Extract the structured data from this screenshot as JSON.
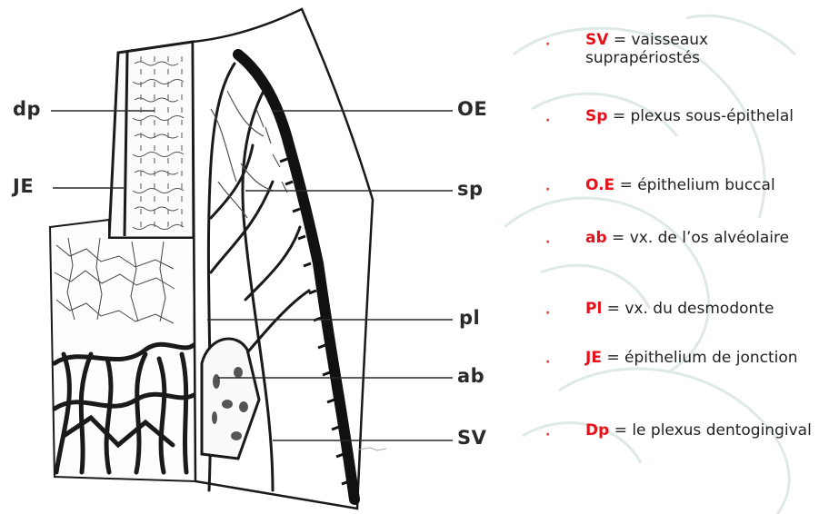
{
  "diagram": {
    "labels_left": [
      "dp",
      "JE"
    ],
    "labels_right": [
      "OE",
      "sp",
      "pl",
      "ab",
      "SV"
    ]
  },
  "legend": [
    {
      "abbr": "SV",
      "desc": "= vaisseaux suprapériostés"
    },
    {
      "abbr": "Sp",
      "desc": "= plexus sous-épithelal"
    },
    {
      "abbr": "O.E",
      "desc": "= épithelium buccal"
    },
    {
      "abbr": "ab",
      "desc": "= vx. de l’os alvéolaire"
    },
    {
      "abbr": "Pl",
      "desc": "= vx. du desmodonte"
    },
    {
      "abbr": "JE",
      "desc": "= épithelium de jonction"
    },
    {
      "abbr": "Dp",
      "desc": "= le plexus dentogingival"
    }
  ],
  "colors": {
    "abbr": "#e5121b",
    "bullet": "#e03a2a",
    "ink": "#1a1a1a",
    "watermark": "#dde9e6"
  }
}
